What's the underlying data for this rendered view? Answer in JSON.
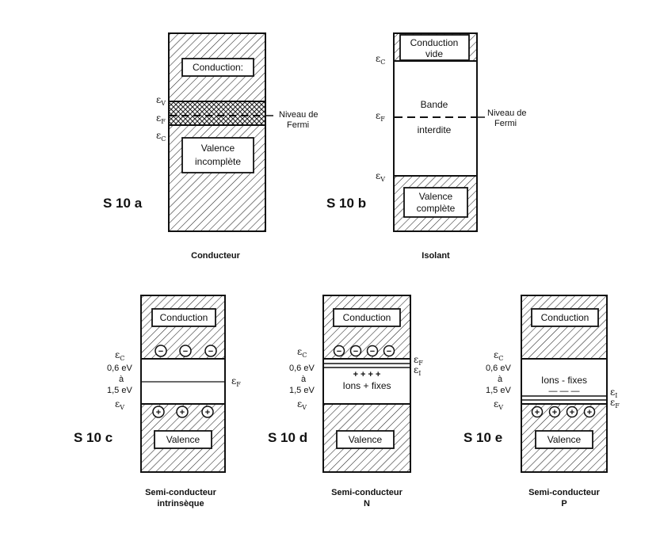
{
  "panels": {
    "a": {
      "figure_label": "S 10 a",
      "caption": [
        "Conducteur"
      ],
      "band_upper": "Conduction:",
      "band_lower": [
        "Valence",
        "incomplète"
      ],
      "eps_v": {
        "sym": "ε",
        "sub": "V"
      },
      "eps_f": {
        "sym": "ε",
        "sub": "F"
      },
      "eps_c": {
        "sym": "ε",
        "sub": "C"
      },
      "fermi_note": [
        "Niveau de",
        "Fermi"
      ]
    },
    "b": {
      "figure_label": "S 10 b",
      "caption": [
        "Isolant"
      ],
      "band_upper": [
        "Conduction",
        "vide"
      ],
      "gap_text": [
        "Bande",
        "interdite"
      ],
      "band_lower": [
        "Valence",
        "complète"
      ],
      "eps_c": {
        "sym": "ε",
        "sub": "C"
      },
      "eps_f": {
        "sym": "ε",
        "sub": "F"
      },
      "eps_v": {
        "sym": "ε",
        "sub": "V"
      },
      "fermi_note": [
        "Niveau de",
        "Fermi"
      ]
    },
    "c": {
      "figure_label": "S 10 c",
      "caption": [
        "Semi-conducteur",
        "intrinsèque"
      ],
      "band_upper": "Conduction",
      "band_lower": "Valence",
      "eps_c": {
        "sym": "ε",
        "sub": "C"
      },
      "eps_v": {
        "sym": "ε",
        "sub": "V"
      },
      "eps_f": {
        "sym": "ε",
        "sub": "F"
      },
      "gap_range": [
        "0,6 eV",
        "à",
        "1,5 eV"
      ],
      "electron": "−",
      "hole": "+"
    },
    "d": {
      "figure_label": "S 10 d",
      "caption": [
        "Semi-conducteur",
        "N"
      ],
      "band_upper": "Conduction",
      "band_lower": "Valence",
      "eps_c": {
        "sym": "ε",
        "sub": "C"
      },
      "eps_v": {
        "sym": "ε",
        "sub": "V"
      },
      "eps_f": {
        "sym": "ε",
        "sub": "F"
      },
      "eps_i": {
        "sym": "ε",
        "sub": "I"
      },
      "gap_range": [
        "0,6 eV",
        "à",
        "1,5 eV"
      ],
      "ions_signs": "+ + + +",
      "ions_text": "Ions + fixes",
      "electron": "−"
    },
    "e": {
      "figure_label": "S 10 e",
      "caption": [
        "Semi-conducteur",
        "P"
      ],
      "band_upper": "Conduction",
      "band_lower": "Valence",
      "eps_c": {
        "sym": "ε",
        "sub": "C"
      },
      "eps_v": {
        "sym": "ε",
        "sub": "V"
      },
      "eps_f": {
        "sym": "ε",
        "sub": "F"
      },
      "eps_i": {
        "sym": "ε",
        "sub": "I"
      },
      "gap_range": [
        "0,6 eV",
        "à",
        "1,5 eV"
      ],
      "ions_text": "Ions - fixes",
      "ions_signs": "— — —",
      "hole": "+"
    }
  }
}
